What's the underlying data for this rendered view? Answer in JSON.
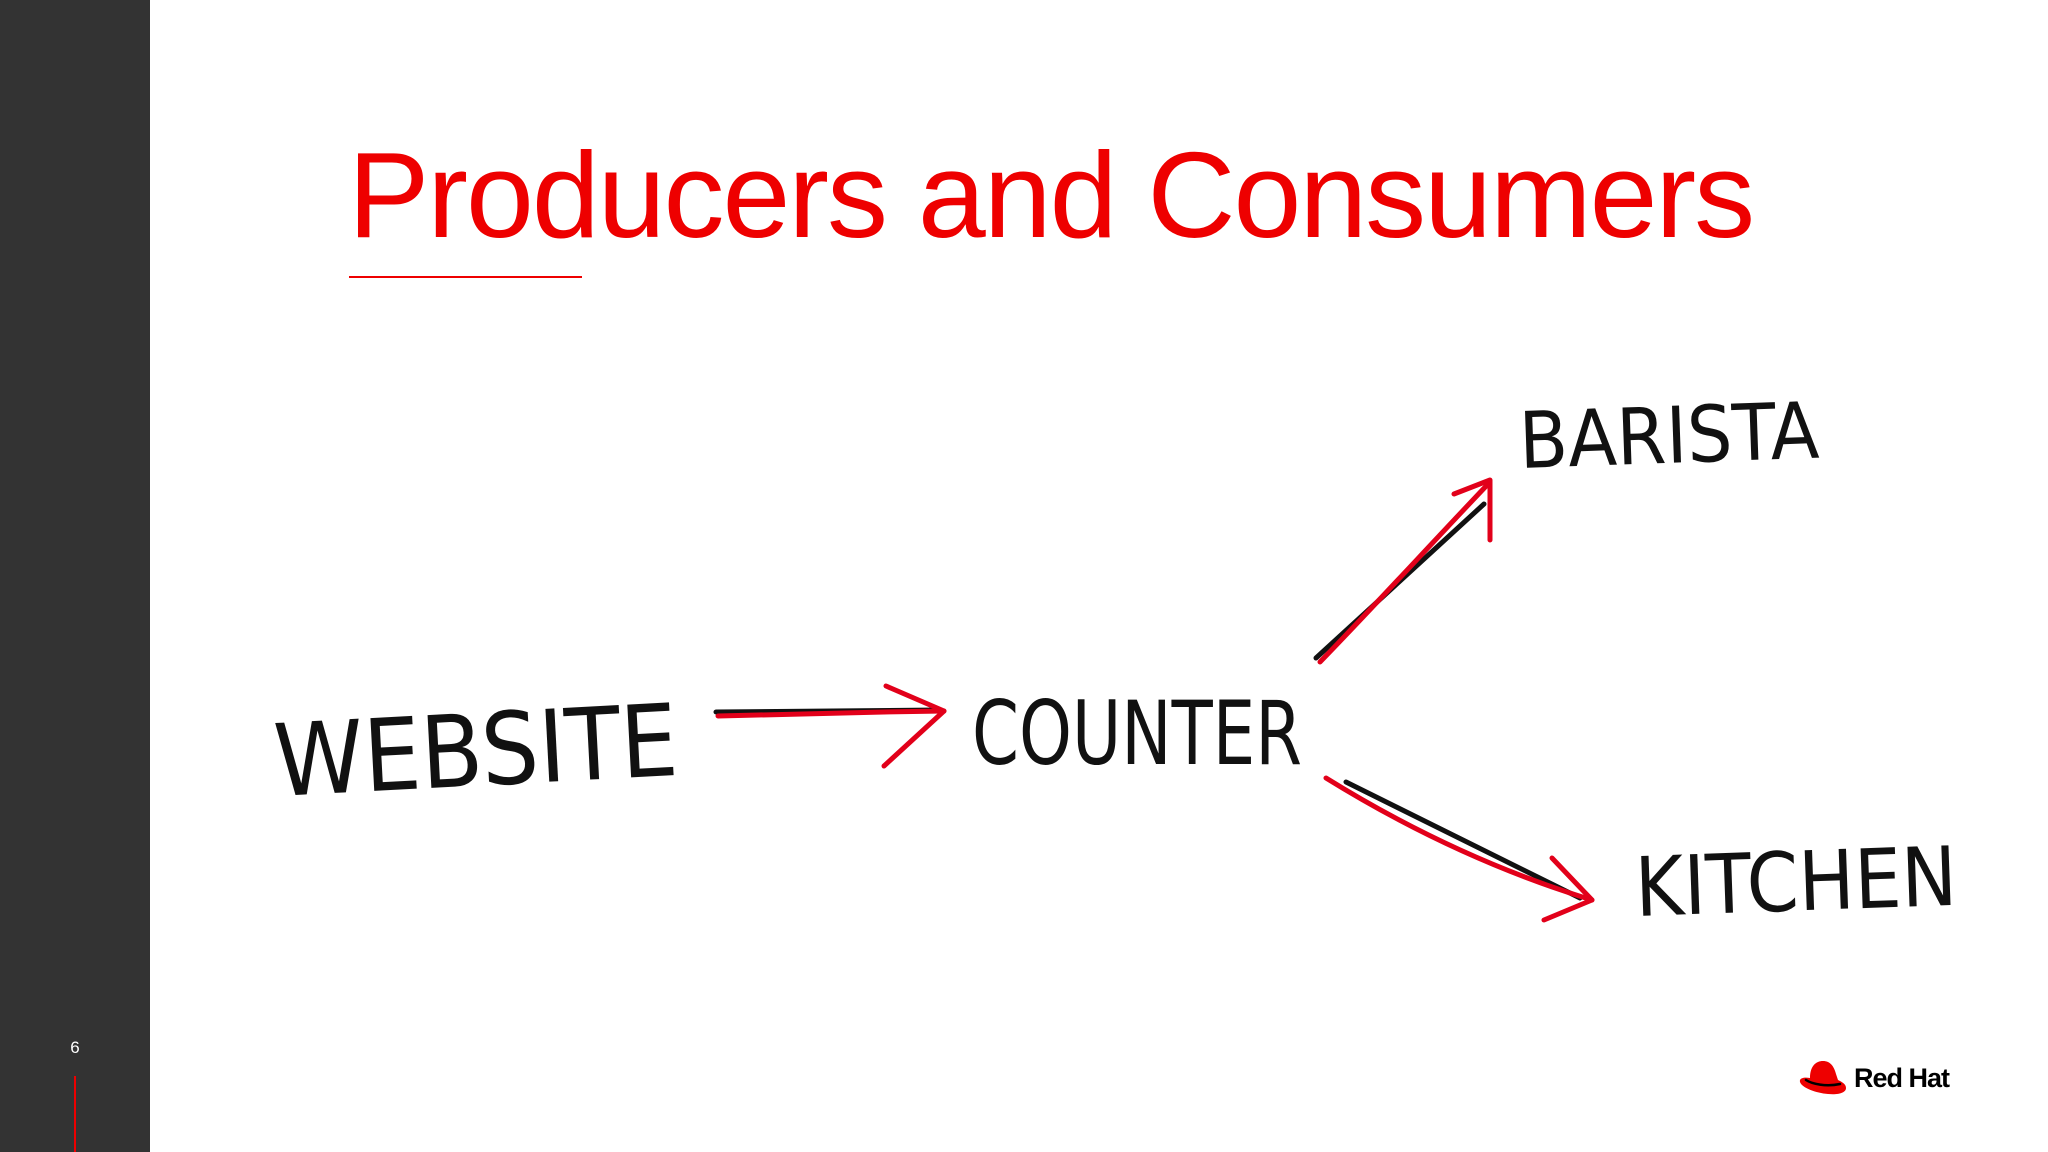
{
  "sidebar": {
    "page_number": "6"
  },
  "slide": {
    "title": "Producers and Consumers"
  },
  "diagram": {
    "nodes": {
      "website": "WEBSITE",
      "counter": "COUNTER",
      "barista": "BARISTA",
      "kitchen": "KITCHEN"
    },
    "edges": [
      {
        "from": "WEBSITE",
        "to": "COUNTER"
      },
      {
        "from": "COUNTER",
        "to": "BARISTA"
      },
      {
        "from": "COUNTER",
        "to": "KITCHEN"
      }
    ],
    "colors": {
      "ink": "#111111",
      "arrow": "#e2001a"
    }
  },
  "brand": {
    "logo_text": "Red Hat",
    "color": "#ee0000"
  }
}
